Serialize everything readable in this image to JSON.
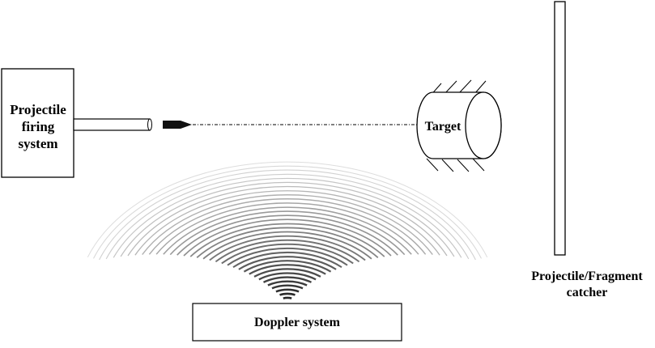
{
  "firing_system": {
    "label": "Projectile\nfiring\nsystem"
  },
  "target": {
    "label": "Target"
  },
  "doppler": {
    "label": "Doppler system"
  },
  "catcher": {
    "label": "Projectile/Fragment\ncatcher"
  },
  "colors": {
    "stroke": "#000000",
    "background": "#ffffff",
    "wave": "#1a1a1a"
  }
}
